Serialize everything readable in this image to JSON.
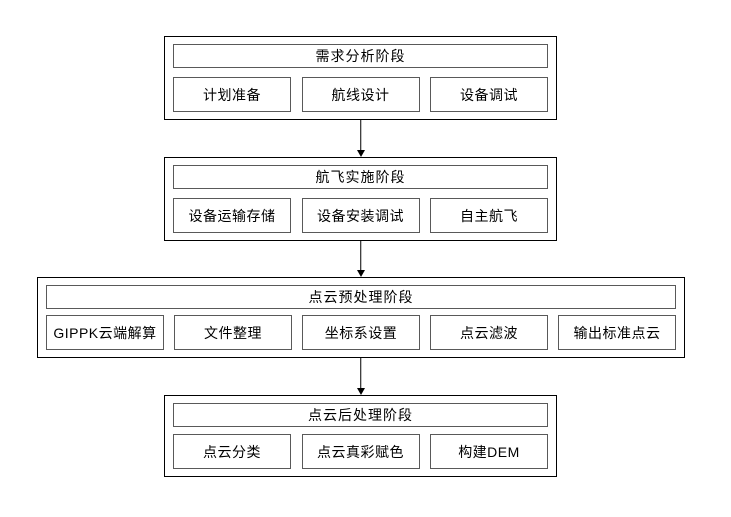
{
  "diagram": {
    "type": "flowchart",
    "direction": "top-down",
    "colors": {
      "outer_border": "#000000",
      "inner_border": "#595959",
      "background": "#ffffff",
      "text": "#000000",
      "arrow": "#000000"
    },
    "stages": [
      {
        "title": "需求分析阶段",
        "steps": [
          "计划准备",
          "航线设计",
          "设备调试"
        ]
      },
      {
        "title": "航飞实施阶段",
        "steps": [
          "设备运输存储",
          "设备安装调试",
          "自主航飞"
        ]
      },
      {
        "title": "点云预处理阶段",
        "steps": [
          "GIPPK云端解算",
          "文件整理",
          "坐标系设置",
          "点云滤波",
          "输出标准点云"
        ]
      },
      {
        "title": "点云后处理阶段",
        "steps": [
          "点云分类",
          "点云真彩赋色",
          "构建DEM"
        ]
      }
    ]
  }
}
